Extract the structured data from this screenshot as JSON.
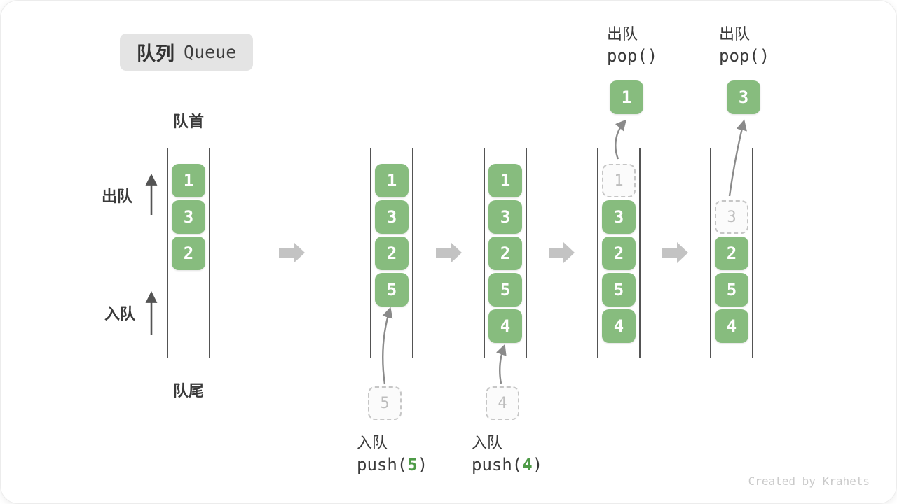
{
  "title": {
    "zh": "队列",
    "en": "Queue"
  },
  "side": {
    "front": "队首",
    "rear": "队尾",
    "dequeue": "出队",
    "enqueue": "入队"
  },
  "queues": [
    {
      "slots": [
        "1",
        "3",
        "2"
      ]
    },
    {
      "slots": [
        "1",
        "3",
        "2",
        "5"
      ],
      "incoming": "5"
    },
    {
      "slots": [
        "1",
        "3",
        "2",
        "5",
        "4"
      ],
      "incoming": "4"
    },
    {
      "ghost": "1",
      "slots": [
        "3",
        "2",
        "5",
        "4"
      ],
      "popped": "1"
    },
    {
      "ghost": "3",
      "slots": [
        "2",
        "5",
        "4"
      ],
      "popped": "3"
    }
  ],
  "ops": {
    "push5": {
      "action": "入队",
      "fn": "push(",
      "arg": "5",
      "close": ")"
    },
    "push4": {
      "action": "入队",
      "fn": "push(",
      "arg": "4",
      "close": ")"
    },
    "pop1": {
      "action": "出队",
      "code": "pop()"
    },
    "pop2": {
      "action": "出队",
      "code": "pop()"
    }
  },
  "watermark": "Created by Krahets",
  "colors": {
    "box-green": "#87BC7E",
    "arg-green": "#4E9B47",
    "line-dark": "#545454",
    "block-arrow": "#C3C3C3",
    "curve-arrow": "#8A8A8A",
    "badge-bg": "#E4E4E4",
    "text-dark": "#3A3A3A",
    "ghost-border": "#C6C6C6",
    "ghost-text": "#BDBDBD",
    "watermark-gray": "#C9C9C9"
  }
}
